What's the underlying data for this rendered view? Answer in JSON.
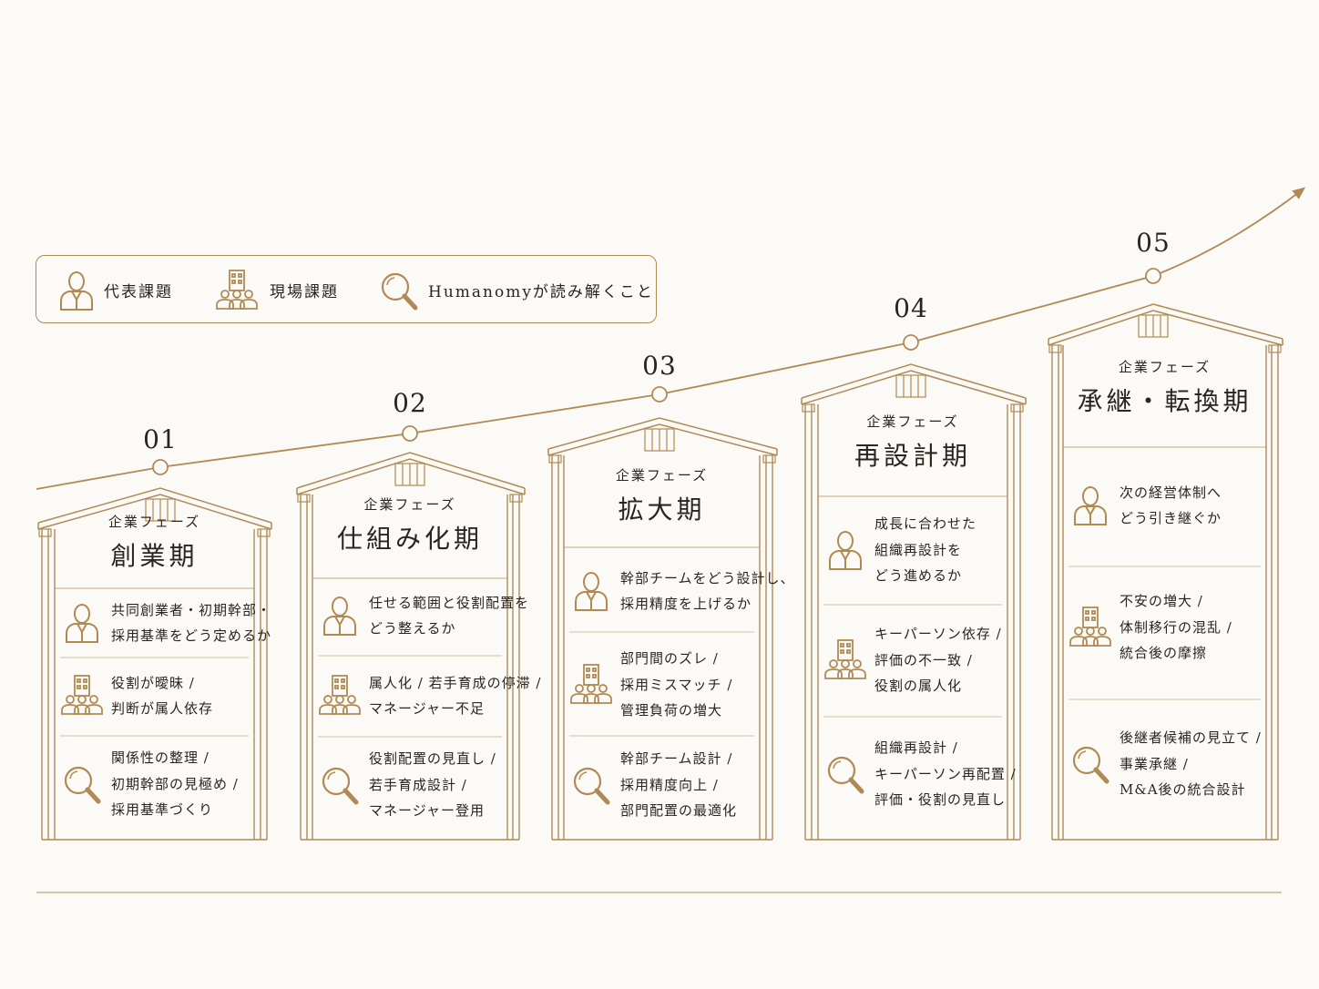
{
  "colors": {
    "line": "#b08a55",
    "text": "#2b2520",
    "background": "#fcfaf6"
  },
  "legend": [
    {
      "icon": "person-icon",
      "label": "代表課題"
    },
    {
      "icon": "team-building-icon",
      "label": "現場課題"
    },
    {
      "icon": "magnifier-icon",
      "label": "Humanomyが読み解くこと"
    }
  ],
  "phases": [
    {
      "number": "01",
      "subtitle": "企業フェーズ",
      "title": "創業期",
      "items": [
        {
          "icon": "person-icon",
          "text": "共同創業者・初期幹部・\n採用基準をどう定めるか"
        },
        {
          "icon": "team-building-icon",
          "text": "役割が曖昧 /\n判断が属人依存"
        },
        {
          "icon": "magnifier-icon",
          "text": "関係性の整理 /\n初期幹部の見極め /\n採用基準づくり"
        }
      ]
    },
    {
      "number": "02",
      "subtitle": "企業フェーズ",
      "title": "仕組み化期",
      "items": [
        {
          "icon": "person-icon",
          "text": "任せる範囲と役割配置を\nどう整えるか"
        },
        {
          "icon": "team-building-icon",
          "text": "属人化 / 若手育成の停滞 /\nマネージャー不足"
        },
        {
          "icon": "magnifier-icon",
          "text": "役割配置の見直し /\n若手育成設計 /\nマネージャー登用"
        }
      ]
    },
    {
      "number": "03",
      "subtitle": "企業フェーズ",
      "title": "拡大期",
      "items": [
        {
          "icon": "person-icon",
          "text": "幹部チームをどう設計し、\n採用精度を上げるか"
        },
        {
          "icon": "team-building-icon",
          "text": "部門間のズレ /\n採用ミスマッチ /\n管理負荷の増大"
        },
        {
          "icon": "magnifier-icon",
          "text": "幹部チーム設計 /\n採用精度向上 /\n部門配置の最適化"
        }
      ]
    },
    {
      "number": "04",
      "subtitle": "企業フェーズ",
      "title": "再設計期",
      "items": [
        {
          "icon": "person-icon",
          "text": "成長に合わせた\n組織再設計を\nどう進めるか"
        },
        {
          "icon": "team-building-icon",
          "text": "キーパーソン依存 /\n評価の不一致 /\n役割の属人化"
        },
        {
          "icon": "magnifier-icon",
          "text": "組織再設計 /\nキーパーソン再配置 /\n評価・役割の見直し"
        }
      ]
    },
    {
      "number": "05",
      "subtitle": "企業フェーズ",
      "title": "承継・転換期",
      "items": [
        {
          "icon": "person-icon",
          "text": "次の経営体制へ\nどう引き継ぐか"
        },
        {
          "icon": "team-building-icon",
          "text": "不安の増大 /\n体制移行の混乱 /\n統合後の摩擦"
        },
        {
          "icon": "magnifier-icon",
          "text": "後継者候補の見立て /\n事業承継 /\nM&A後の統合設計"
        }
      ]
    }
  ]
}
